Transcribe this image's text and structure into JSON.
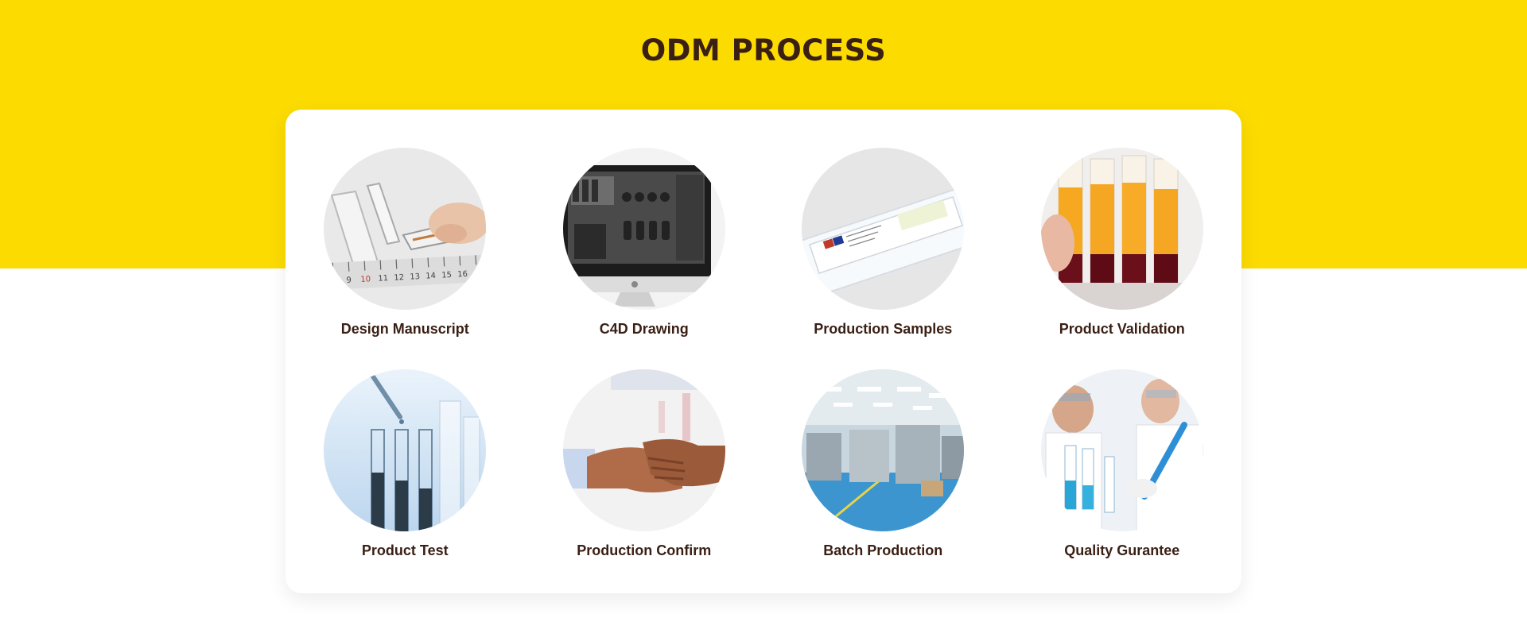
{
  "header": {
    "title": "ODM PROCESS"
  },
  "colors": {
    "band": "#FBDB00",
    "title": "#3a1f14",
    "card": "#ffffff"
  },
  "steps": [
    {
      "label": "Design Manuscript",
      "icon": "ruler-sketch-photo"
    },
    {
      "label": "C4D Drawing",
      "icon": "monitor-photo"
    },
    {
      "label": "Production Samples",
      "icon": "packaged-swab-photo"
    },
    {
      "label": "Product Validation",
      "icon": "blood-tubes-photo"
    },
    {
      "label": "Product Test",
      "icon": "test-tubes-photo"
    },
    {
      "label": "Production Confirm",
      "icon": "handshake-photo"
    },
    {
      "label": "Batch Production",
      "icon": "factory-floor-photo"
    },
    {
      "label": "Quality Gurantee",
      "icon": "lab-technician-photo"
    }
  ]
}
